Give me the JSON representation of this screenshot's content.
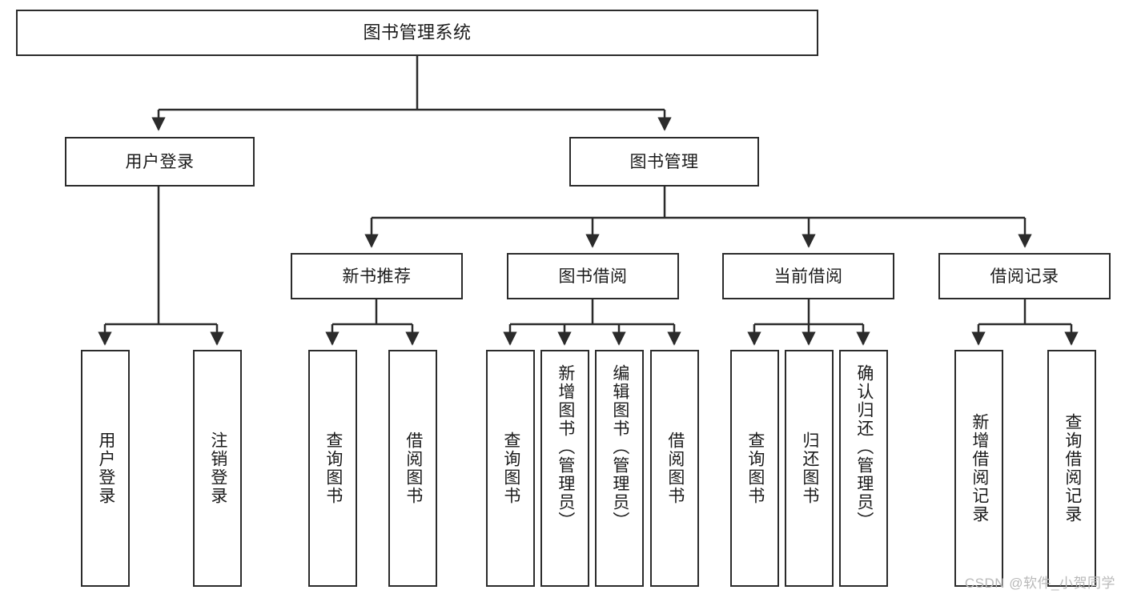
{
  "diagram": {
    "title": "图书管理系统",
    "type": "tree-hierarchy-chart",
    "root": {
      "label": "图书管理系统"
    },
    "level2": [
      {
        "label": "用户登录"
      },
      {
        "label": "图书管理"
      }
    ],
    "level3": [
      {
        "label": "新书推荐"
      },
      {
        "label": "图书借阅"
      },
      {
        "label": "当前借阅"
      },
      {
        "label": "借阅记录"
      }
    ],
    "leaves": [
      {
        "label": "用户登录"
      },
      {
        "label": "注销登录"
      },
      {
        "label": "查询图书"
      },
      {
        "label": "借阅图书"
      },
      {
        "label": "查询图书"
      },
      {
        "label": "新增图书（管理员）"
      },
      {
        "label": "编辑图书（管理员）"
      },
      {
        "label": "借阅图书"
      },
      {
        "label": "查询图书"
      },
      {
        "label": "归还图书"
      },
      {
        "label": "确认归还（管理员）"
      },
      {
        "label": "新增借阅记录"
      },
      {
        "label": "查询借阅记录"
      }
    ]
  },
  "watermark": {
    "text": "CSDN @软件_小贺同学"
  },
  "colors": {
    "stroke": "#2b2b2b",
    "text": "#1b1b1b",
    "background": "#ffffff",
    "watermark": "#b9b9b9"
  }
}
